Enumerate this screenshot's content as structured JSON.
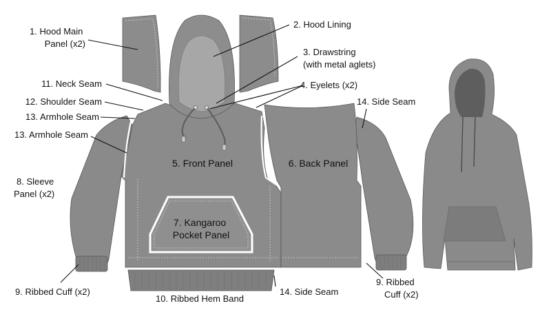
{
  "labels": {
    "hood_main": [
      "1. Hood Main",
      "Panel (x2)"
    ],
    "hood_lining": "2. Hood Lining",
    "drawstring": [
      "3. Drawstring",
      "(with metal aglets)"
    ],
    "eyelets": "4. Eyelets (x2)",
    "front_panel": "5. Front Panel",
    "back_panel": "6. Back Panel",
    "kangaroo_pocket": [
      "7. Kangaroo",
      "Pocket Panel"
    ],
    "sleeve_panel": [
      "8. Sleeve",
      "Panel (x2)"
    ],
    "ribbed_cuff_left": "9. Ribbed Cuff (x2)",
    "ribbed_cuff_right": [
      "9. Ribbed",
      "Cuff (x2)"
    ],
    "ribbed_hem": "10. Ribbed Hem Band",
    "neck_seam": "11. Neck Seam",
    "shoulder_seam": "12. Shoulder Seam",
    "armhole_seam_1": "13. Armhole Seam",
    "armhole_seam_2": "13. Armhole Seam",
    "side_seam_top": "14. Side Seam",
    "side_seam_bottom": "14. Side Seam"
  },
  "colors": {
    "fabric": "#8a8a8a",
    "fabric_light": "#9b9b9b",
    "fabric_dark": "#6f6f6f",
    "lining": "#a9a9a9",
    "outline": "#4a4a4a",
    "text": "#111111"
  }
}
